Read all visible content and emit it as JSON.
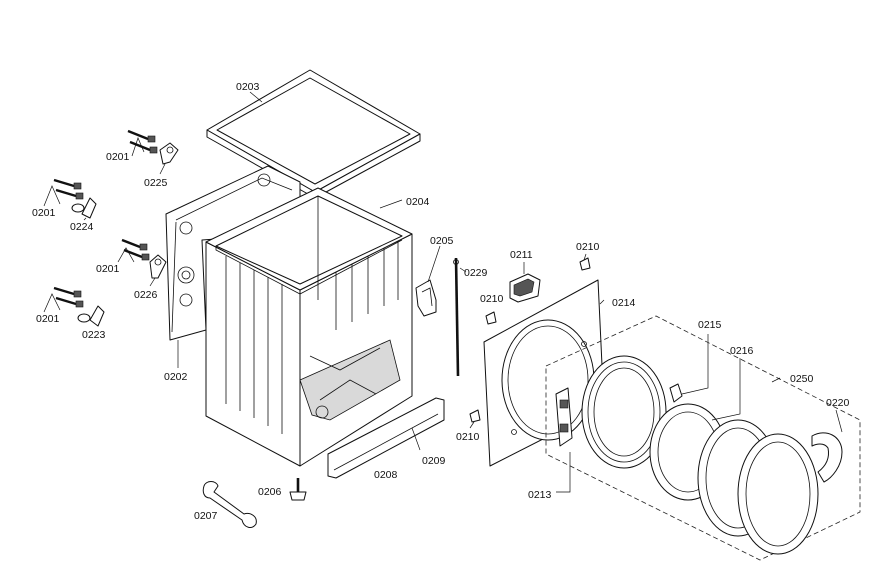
{
  "diagram": {
    "labels": {
      "p0203": "0203",
      "p0204": "0204",
      "p0201_a": "0201",
      "p0225": "0225",
      "p0201_b": "0201",
      "p0224": "0224",
      "p0201_c": "0201",
      "p0226": "0226",
      "p0201_d": "0201",
      "p0223": "0223",
      "p0202": "0202",
      "p0205": "0205",
      "p0229": "0229",
      "p0211": "0211",
      "p0210_a": "0210",
      "p0210_b": "0210",
      "p0210_c": "0210",
      "p0214": "0214",
      "p0215": "0215",
      "p0216": "0216",
      "p0250": "0250",
      "p0220": "0220",
      "p0213": "0213",
      "p0208": "0208",
      "p0209": "0209",
      "p0206": "0206",
      "p0207": "0207"
    }
  }
}
